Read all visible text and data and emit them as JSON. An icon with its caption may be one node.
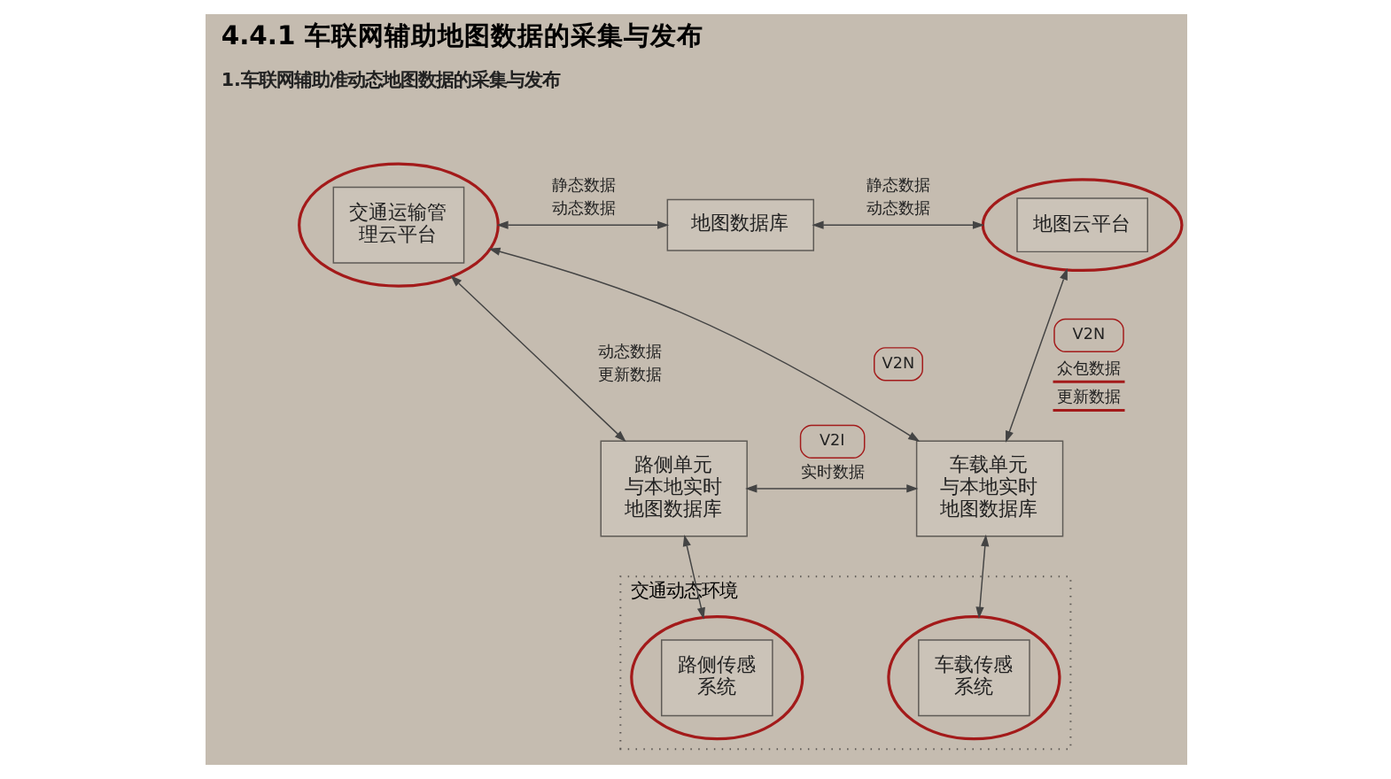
{
  "diagram": {
    "title": "4.4.1 车联网辅助地图数据的采集与发布",
    "nodes": [
      {
        "text": [
          "交通运输管理云平台"
        ]
      },
      {
        "text": [
          "地图数据库"
        ]
      },
      {
        "text": [
          "地图云平台"
        ]
      },
      {
        "text": [
          "路侧单元与本地实时地图数据库"
        ]
      },
      {
        "text": [
          "车载单元与本地实时地图数据库"
        ]
      },
      {
        "text": [
          "交通动态环境"
        ]
      },
      {
        "text": [
          "路侧传感系统"
        ],
        "in": 5
      },
      {
        "text": [
          "车载传感系统"
        ],
        "in": 5
      }
    ],
    "edges": [
      {
        "from": 0,
        "to": 1,
        "arrow": "both",
        "label": "静态数据动态数据"
      },
      {
        "from": 1,
        "to": 2,
        "arrow": "both",
        "label": "静态数据动态数据"
      },
      {
        "from": 0,
        "to": 3,
        "arrow": "both",
        "label": "动态数据更新数据"
      },
      {
        "from": 0,
        "to": 4,
        "arrow": "both",
        "label": "V2N"
      },
      {
        "from": 2,
        "to": 4,
        "arrow": "both",
        "label": "V2N 众包数据更新数据"
      },
      {
        "from": 3,
        "to": 4,
        "arrow": "both",
        "label": "V2I 实时数据"
      },
      {
        "from": 3,
        "to": 6,
        "arrow": "both"
      },
      {
        "from": 4,
        "to": 7,
        "arrow": "both"
      }
    ],
    "labels": [
      "1.车联网辅助准动态地图数据的采集与发布"
    ]
  }
}
